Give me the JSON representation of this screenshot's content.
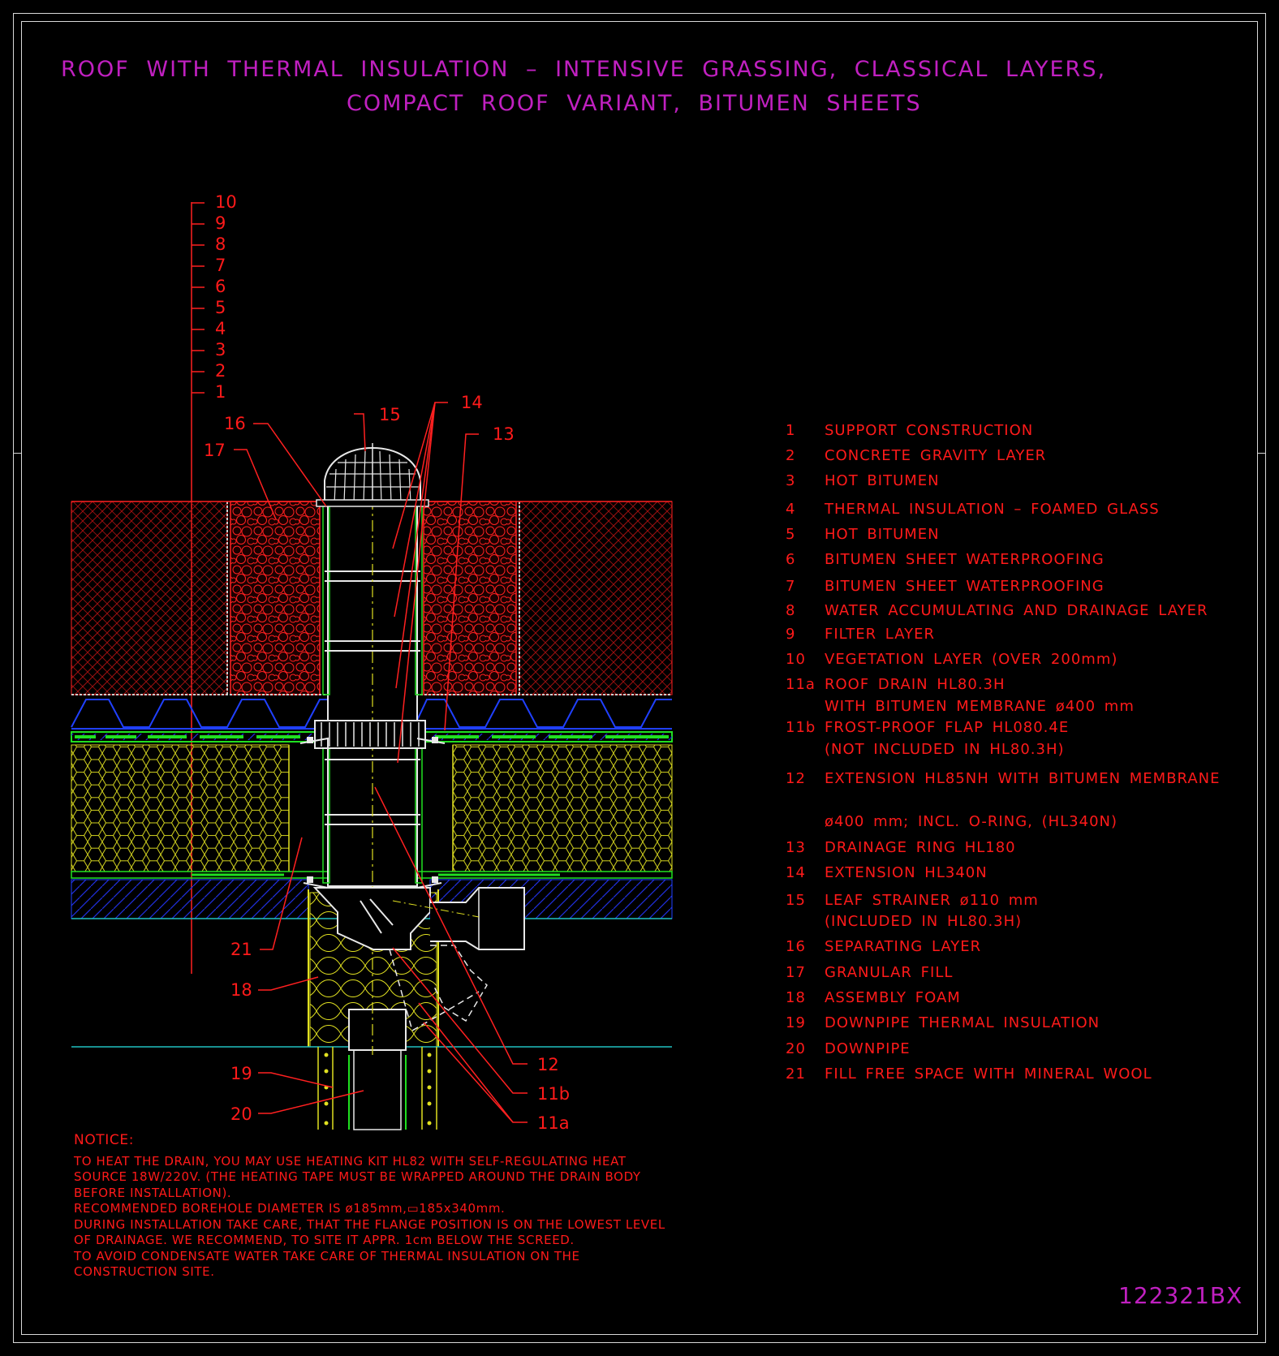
{
  "title": {
    "line1": "ROOF WITH THERMAL INSULATION – INTENSIVE GRASSING, CLASSICAL LAYERS,",
    "line2": "COMPACT ROOF VARIANT, BITUMEN SHEETS"
  },
  "drawing_code": "122321BX",
  "scale_labels": [
    "10",
    "9",
    "8",
    "7",
    "6",
    "5",
    "4",
    "3",
    "2",
    "1"
  ],
  "callouts": {
    "c15": "15",
    "c14": "14",
    "c13": "13",
    "c16": "16",
    "c17": "17",
    "c21": "21",
    "c18": "18",
    "c19": "19",
    "c20": "20",
    "c12": "12",
    "c11b": "11b",
    "c11a": "11a"
  },
  "legend": [
    {
      "num": "1",
      "text": "SUPPORT CONSTRUCTION"
    },
    {
      "num": "2",
      "text": "CONCRETE GRAVITY LAYER"
    },
    {
      "num": "3",
      "text": "HOT BITUMEN"
    },
    {
      "num": "4",
      "text": "THERMAL INSULATION – FOAMED GLASS"
    },
    {
      "num": "5",
      "text": "HOT BITUMEN"
    },
    {
      "num": "6",
      "text": "BITUMEN SHEET WATERPROOFING"
    },
    {
      "num": "7",
      "text": "BITUMEN SHEET WATERPROOFING"
    },
    {
      "num": "8",
      "text": "WATER ACCUMULATING AND DRAINAGE LAYER"
    },
    {
      "num": "9",
      "text": "FILTER LAYER"
    },
    {
      "num": "10",
      "text": "VEGETATION LAYER (OVER 200mm)"
    },
    {
      "num": "11a",
      "text": "ROOF DRAIN HL80.3H"
    },
    {
      "num": "",
      "text": "WITH BITUMEN MEMBRANE ø400 mm"
    },
    {
      "num": "11b",
      "text": "FROST-PROOF FLAP HL080.4E"
    },
    {
      "num": "",
      "text": "(NOT INCLUDED IN HL80.3H)"
    },
    {
      "num": "12",
      "text": "EXTENSION HL85NH WITH BITUMEN MEMBRANE"
    },
    {
      "num": "",
      "text": "ø400 mm; INCL. O-RING, (HL340N)"
    },
    {
      "num": "13",
      "text": "DRAINAGE RING HL180"
    },
    {
      "num": "14",
      "text": "EXTENSION HL340N"
    },
    {
      "num": "15",
      "text": "LEAF STRAINER ø110 mm"
    },
    {
      "num": "",
      "text": "(INCLUDED IN HL80.3H)"
    },
    {
      "num": "16",
      "text": "SEPARATING LAYER"
    },
    {
      "num": "17",
      "text": "GRANULAR FILL"
    },
    {
      "num": "18",
      "text": "ASSEMBLY FOAM"
    },
    {
      "num": "19",
      "text": "DOWNPIPE THERMAL INSULATION"
    },
    {
      "num": "20",
      "text": "DOWNPIPE"
    },
    {
      "num": "21",
      "text": "FILL FREE SPACE WITH MINERAL WOOL"
    }
  ],
  "notice": {
    "heading": "NOTICE:",
    "lines": [
      "TO HEAT THE DRAIN, YOU MAY USE HEATING KIT HL82 WITH SELF-REGULATING HEAT",
      "SOURCE 18W/220V. (THE HEATING TAPE MUST BE WRAPPED AROUND THE DRAIN BODY",
      "BEFORE INSTALLATION).",
      "RECOMMENDED BOREHOLE DIAMETER IS ø185mm,▭185x340mm.",
      "DURING INSTALLATION TAKE CARE, THAT THE FLANGE POSITION IS ON THE LOWEST LEVEL",
      "OF DRAINAGE. WE RECOMMEND, TO SITE IT APPR. 1cm BELOW THE SCREED.",
      "TO AVOID CONDENSATE WATER TAKE CARE OF THERMAL INSULATION ON THE",
      "CONSTRUCTION SITE."
    ]
  },
  "colors": {
    "background": "#000000",
    "title": "#c020c0",
    "text": "#ff1a1a",
    "frame": "#d8d8d8",
    "insulation": "#e0e020",
    "membrane": "#20e020",
    "drainage": "#2030e0",
    "drain_body": "#e8e8e8"
  }
}
